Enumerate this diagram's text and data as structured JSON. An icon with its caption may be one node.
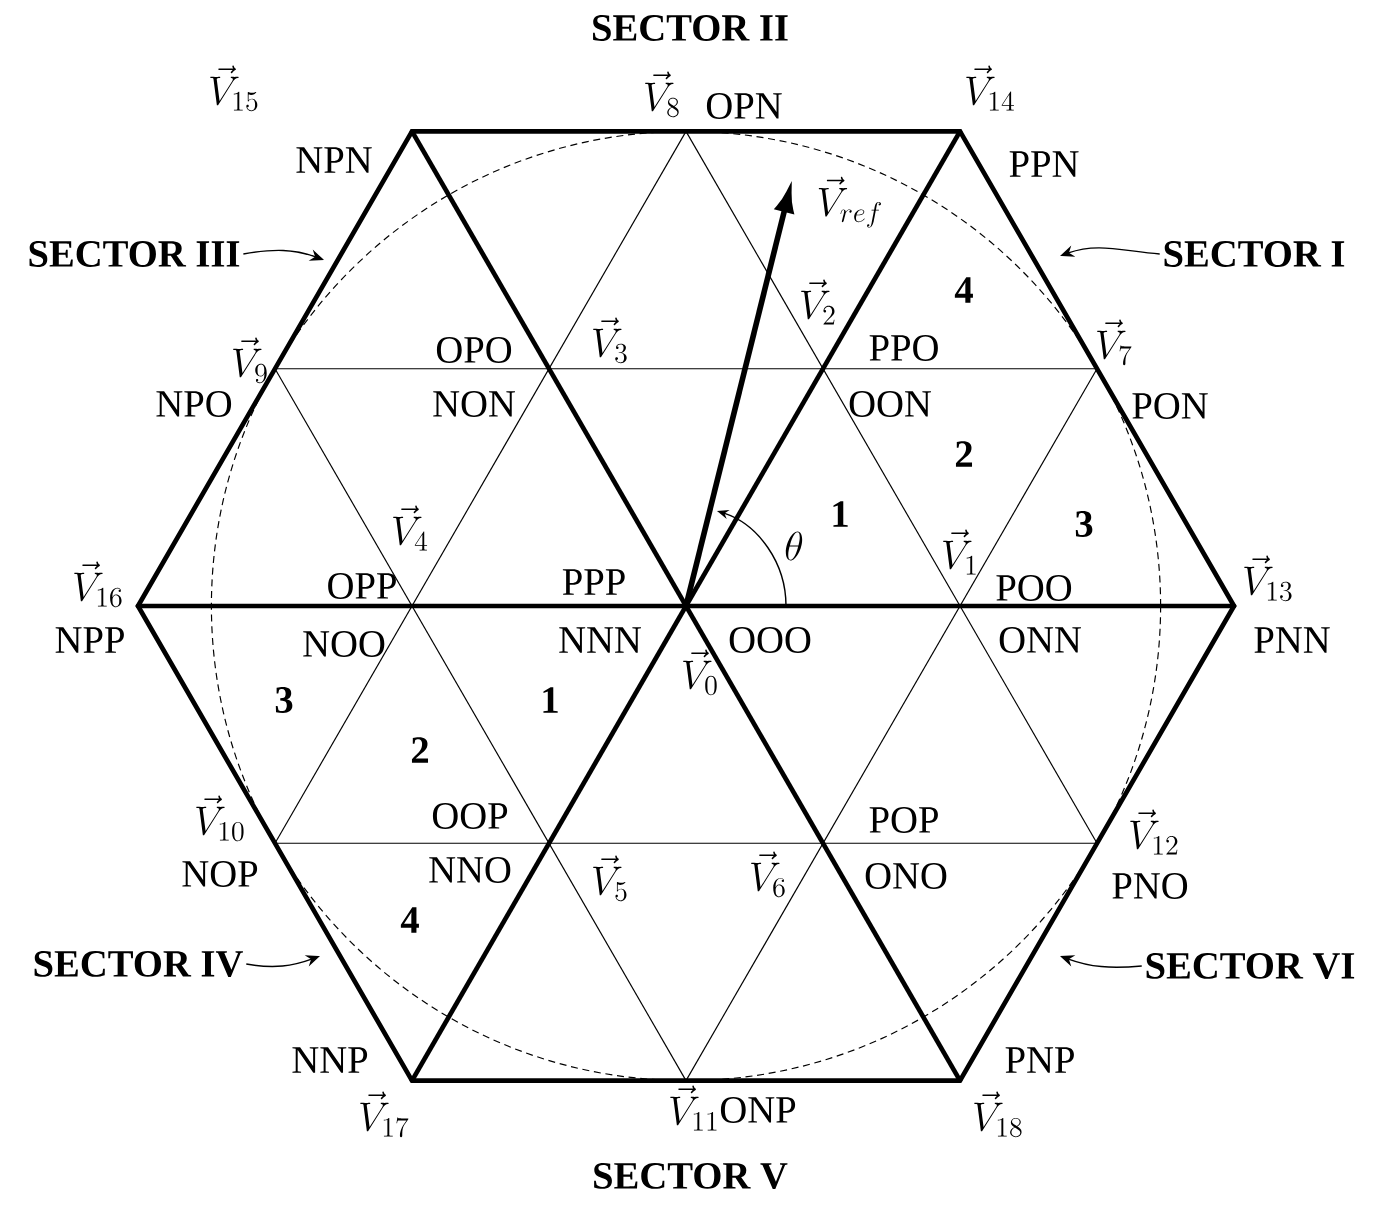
{
  "diagram": {
    "nodes": [
      {
        "text": [
          "SECTOR III"
        ]
      },
      {
        "text": [
          "SECTOR I"
        ]
      },
      {
        "text": [
          "SECTOR IV"
        ]
      },
      {
        "text": [
          "SECTOR VI"
        ]
      }
    ],
    "edges": [
      {
        "from": 0,
        "to": null,
        "arrow": "to"
      },
      {
        "from": 1,
        "to": null,
        "arrow": "to"
      },
      {
        "from": 2,
        "to": null,
        "arrow": "to"
      },
      {
        "from": 3,
        "to": null,
        "arrow": "to"
      }
    ],
    "labels": [
      "SECTOR II",
      "\\vec{V}_{15}",
      "\\vec{V}_{8}",
      "OPN",
      "\\vec{V}_{14}",
      "NPN",
      "PPN",
      "\\vec{V}_{ref}",
      "\\vec{V}_{2}",
      "4",
      "\\vec{V}_{9}",
      "OPO",
      "\\vec{V}_{3}",
      "PPO",
      "\\vec{V}_{7}",
      "NPO",
      "NON",
      "OON",
      "PON",
      "2",
      "\\vec{V}_{4}",
      "\\theta",
      "1",
      "\\vec{V}_{1}",
      "3",
      "\\vec{V}_{16}",
      "OPP",
      "PPP",
      "POO",
      "\\vec{V}_{13}",
      "NPP",
      "NOO",
      "NNN",
      "OOO",
      "ONN",
      "PNN",
      "\\vec{V}_{0}",
      "3",
      "1",
      "2",
      "\\vec{V}_{10}",
      "OOP",
      "POP",
      "\\vec{V}_{12}",
      "NOP",
      "NNO",
      "\\vec{V}_{5}",
      "\\vec{V}_{6}",
      "ONO",
      "PNO",
      "4",
      "NNP",
      "PNP",
      "\\vec{V}_{17}",
      "\\vec{V}_{11}",
      "ONP",
      "\\vec{V}_{18}",
      "SECTOR V"
    ]
  }
}
